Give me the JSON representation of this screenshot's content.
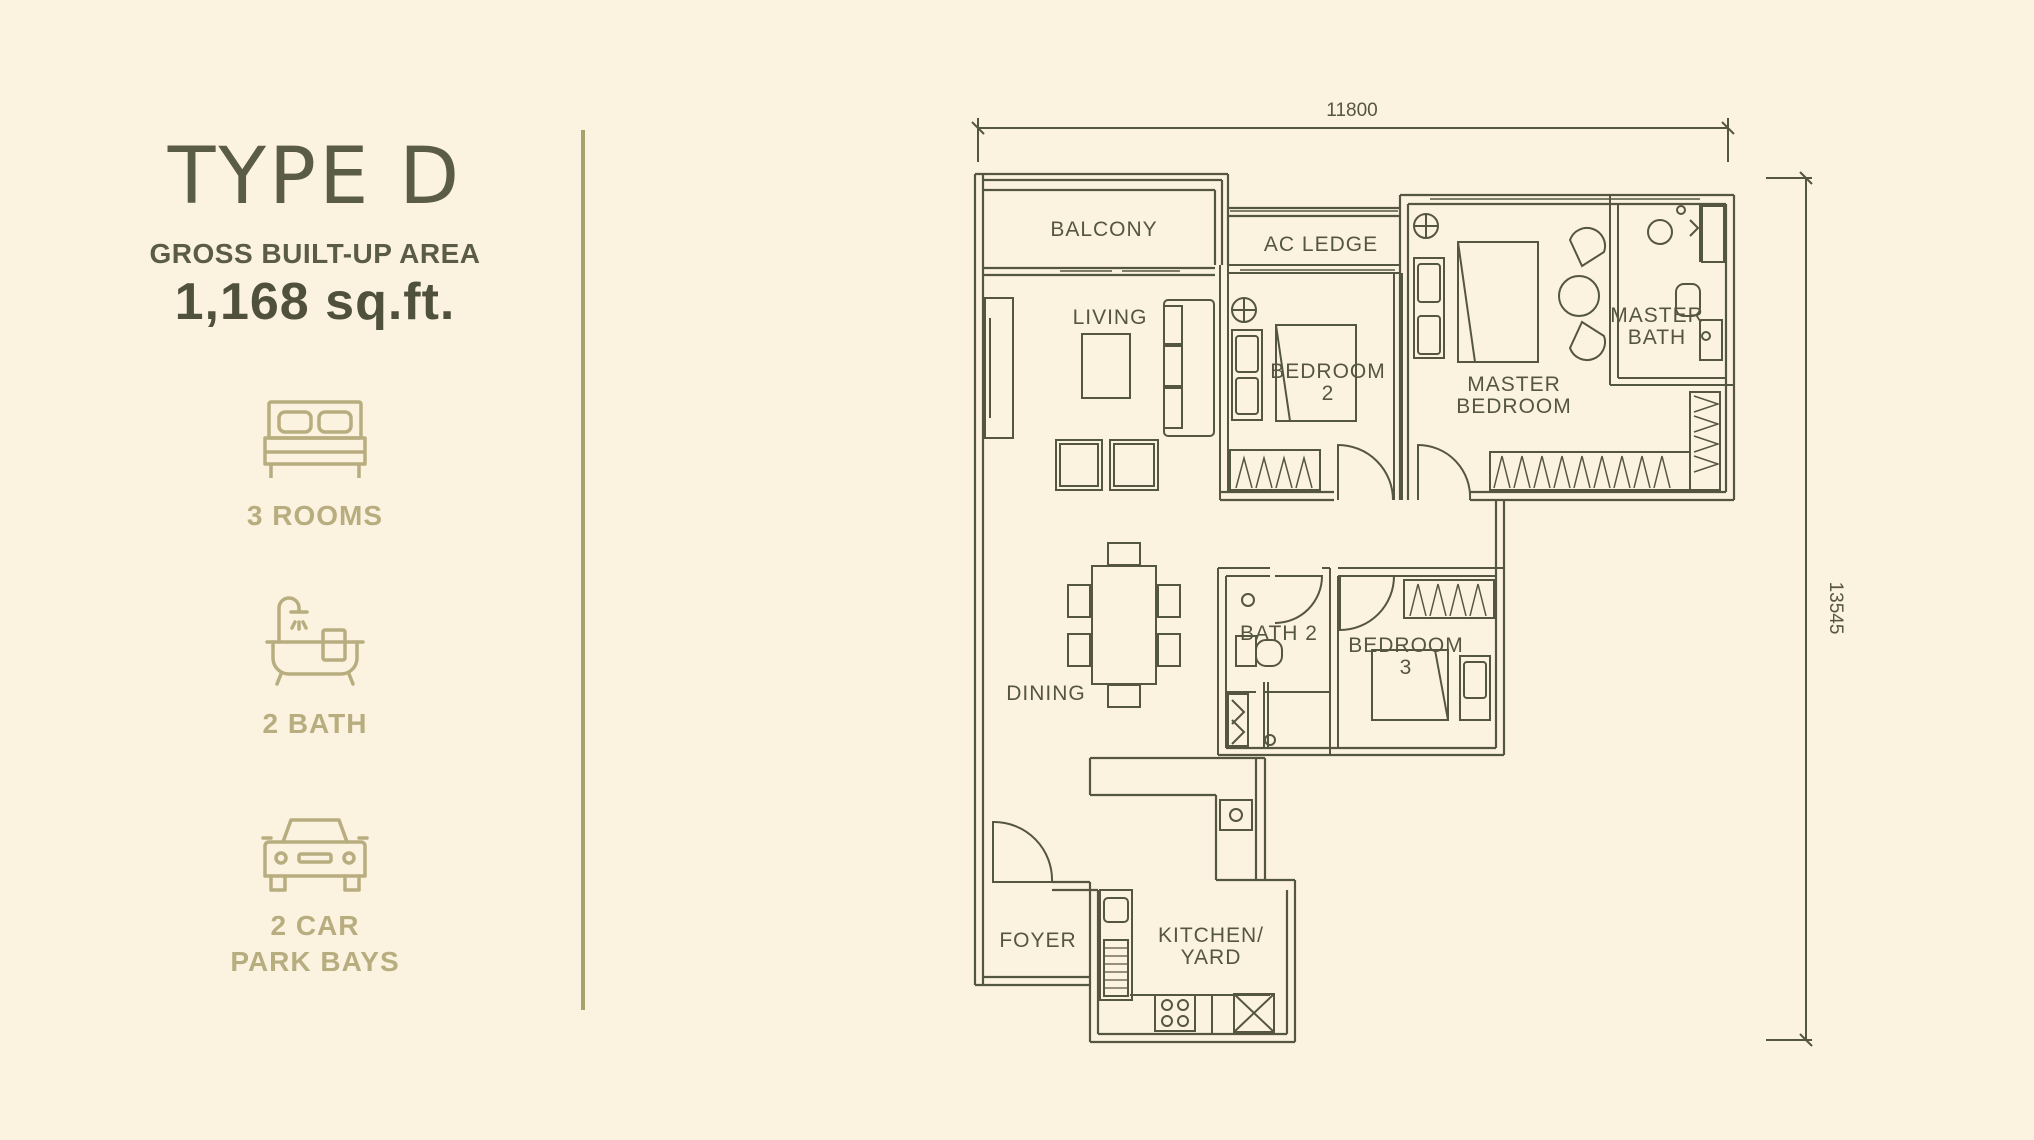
{
  "unit": {
    "type_title": "TYPE D",
    "area_label": "GROSS BUILT-UP AREA",
    "area_value": "1,168 sq.ft."
  },
  "features": [
    {
      "icon": "bed-icon",
      "label_lines": [
        "3 ROOMS"
      ]
    },
    {
      "icon": "bathtub-icon",
      "label_lines": [
        "2 BATH"
      ]
    },
    {
      "icon": "car-icon",
      "label_lines": [
        "2 CAR",
        "PARK BAYS"
      ]
    }
  ],
  "plan": {
    "dimensions": {
      "width": "11800",
      "height": "13545"
    },
    "rooms": {
      "balcony": "BALCONY",
      "ac_ledge": "AC LEDGE",
      "living": "LIVING",
      "bedroom2": [
        "BEDROOM",
        "2"
      ],
      "master_bedroom": [
        "MASTER",
        "BEDROOM"
      ],
      "master_bath": [
        "MASTER",
        "BATH"
      ],
      "bath2": "BATH 2",
      "bedroom3": [
        "BEDROOM",
        "3"
      ],
      "dining": "DINING",
      "foyer": "FOYER",
      "kitchen": [
        "KITCHEN/",
        "YARD"
      ]
    }
  },
  "colors": {
    "background": "#fcf2e0",
    "primary_text": "#5a5c45",
    "accent_gold": "#b7ad7f",
    "line": "#55563f"
  }
}
